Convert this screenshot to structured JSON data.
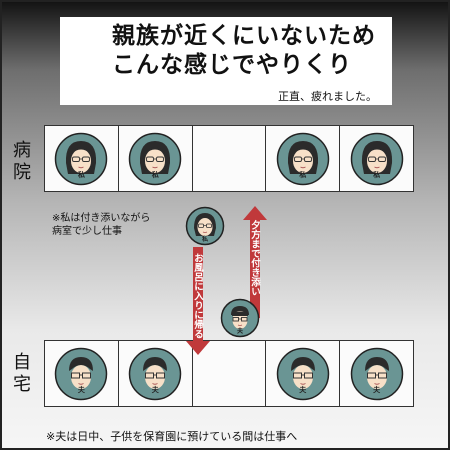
{
  "title": {
    "line1": "親族が近くにいないため",
    "line2": "こんな感じでやりくり"
  },
  "title_note": "正直、疲れました。",
  "labels": {
    "hospital": [
      "病",
      "院"
    ],
    "home": [
      "自",
      "宅"
    ]
  },
  "hospital_row": [
    {
      "occupied": true,
      "tag": "私"
    },
    {
      "occupied": true,
      "tag": "私"
    },
    {
      "occupied": false,
      "tag": ""
    },
    {
      "occupied": true,
      "tag": "私"
    },
    {
      "occupied": true,
      "tag": "私"
    }
  ],
  "home_row": [
    {
      "occupied": true,
      "tag": "夫"
    },
    {
      "occupied": true,
      "tag": "夫"
    },
    {
      "occupied": false,
      "tag": ""
    },
    {
      "occupied": true,
      "tag": "夫"
    },
    {
      "occupied": true,
      "tag": "夫"
    }
  ],
  "note_mid": [
    "※私は付き添いながら",
    "病室で少し仕事"
  ],
  "arrow_up_label": "夕方まで付き添い",
  "arrow_down_label": "お風呂に入りに帰る",
  "float_wife_tag": "私",
  "float_husband_tag": "夫",
  "note_bottom": "※夫は日中、子供を保育園に預けている間は仕事へ",
  "colors": {
    "face_bg": "#6a9594",
    "arrow": "#c0393b",
    "row_bg": "#fbfbfb"
  }
}
